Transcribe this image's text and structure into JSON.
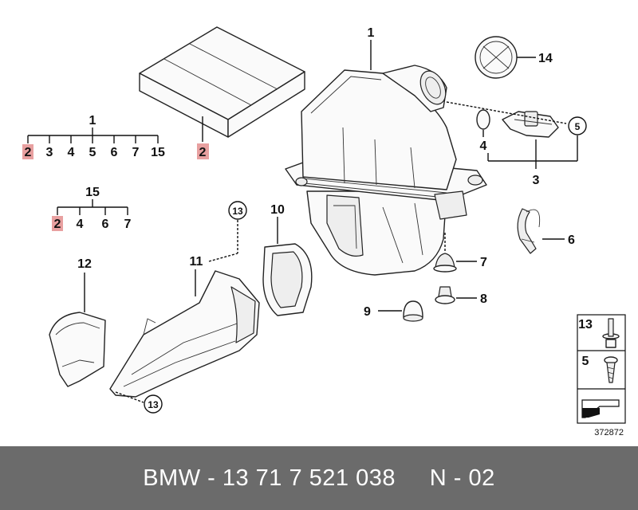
{
  "colors": {
    "highlight": "#e8a0a0",
    "footer_bg": "#6b6b6b",
    "footer_text": "#ffffff",
    "line": "#111111"
  },
  "callouts": {
    "n1_top": "1",
    "n14": "14",
    "n5": "5",
    "n4": "4",
    "n3": "3",
    "n6": "6",
    "n7": "7",
    "n8": "8",
    "n9": "9",
    "n10": "10",
    "n11": "11",
    "n12": "12",
    "n13_top": "13",
    "n13_bottom": "13",
    "n2_filter": "2"
  },
  "tree_1": {
    "root": "1",
    "children": [
      "2",
      "3",
      "4",
      "5",
      "6",
      "7",
      "15"
    ]
  },
  "tree_15": {
    "root": "15",
    "children": [
      "2",
      "4",
      "6",
      "7"
    ]
  },
  "legend": {
    "item_13": "13",
    "item_5": "5"
  },
  "reference": "372872",
  "footer": {
    "text": "BMW - 13 71 7 521 038     N - 02"
  }
}
